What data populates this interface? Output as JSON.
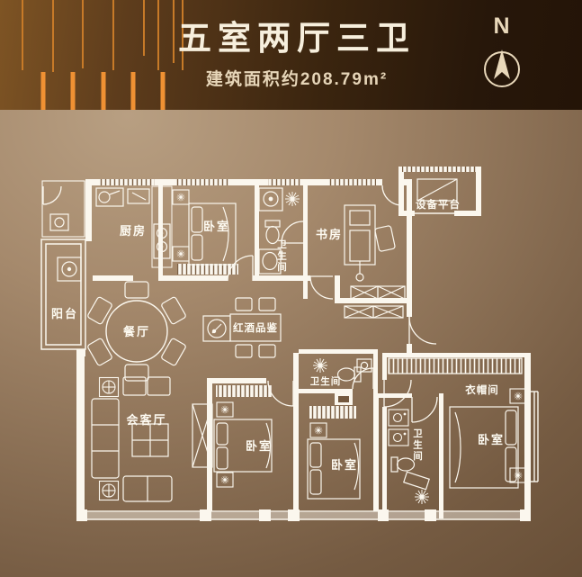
{
  "header": {
    "title": "五室两厅三卫",
    "subtitle": "建筑面积约208.79m²",
    "compass": {
      "label": "N"
    }
  },
  "colors": {
    "header_background_dark": "#241407",
    "header_background_orange": "#7e5424",
    "accent_orange": "#ef9133",
    "plan_line": "#fbf7ee",
    "canvas_light": "#b89f82",
    "canvas_dark": "#684f37"
  },
  "floorplan": {
    "rooms": [
      {
        "id": "kitchen",
        "label": "厨房"
      },
      {
        "id": "bedroom-north",
        "label": "卧室"
      },
      {
        "id": "bathroom-north",
        "label": "卫生间"
      },
      {
        "id": "study",
        "label": "书房"
      },
      {
        "id": "equipment-platform",
        "label": "设备平台"
      },
      {
        "id": "balcony",
        "label": "阳台"
      },
      {
        "id": "dining-room",
        "label": "餐厅"
      },
      {
        "id": "wine-tasting",
        "label": "红酒品鉴"
      },
      {
        "id": "reception-room",
        "label": "会客厅"
      },
      {
        "id": "bedroom-southwest",
        "label": "卧室"
      },
      {
        "id": "bathroom-middle",
        "label": "卫生间"
      },
      {
        "id": "bedroom-south",
        "label": "卧室"
      },
      {
        "id": "bathroom-master",
        "label": "卫生间"
      },
      {
        "id": "cloakroom",
        "label": "衣帽间"
      },
      {
        "id": "bedroom-master",
        "label": "卧室"
      }
    ]
  }
}
